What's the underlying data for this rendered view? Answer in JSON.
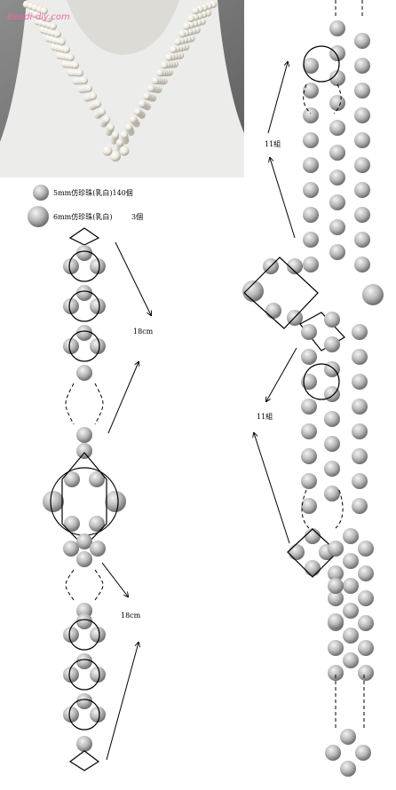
{
  "photo": {
    "watermark": "Beadi-diy.com",
    "colors": {
      "background": "#7a7a7a",
      "bust": "#ececea",
      "pearl": "#f3f0e8"
    }
  },
  "legend": {
    "items": [
      {
        "text": "5mm仿珍珠(乳白)140個",
        "bead": "small"
      },
      {
        "text": "6mm仿珍珠(乳白)",
        "count": "3個",
        "bead": "large"
      }
    ]
  },
  "annotations": {
    "left_top_length": "18cm",
    "left_bottom_length": "18cm",
    "right_top_repeat": "11組",
    "right_bottom_repeat": "11組"
  },
  "colors": {
    "bead_light": "#f4f4f4",
    "bead_mid": "#b9b9b9",
    "bead_dark": "#6d6d6d",
    "line": "#000000"
  }
}
